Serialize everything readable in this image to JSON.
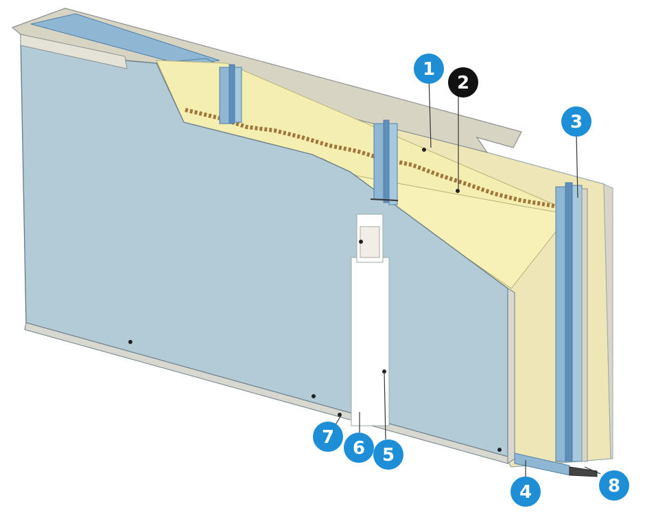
{
  "callouts": [
    {
      "id": "1",
      "label": "1",
      "style": "blue",
      "color": "#1e8fd6"
    },
    {
      "id": "2",
      "label": "2",
      "style": "black",
      "color": "#111111"
    },
    {
      "id": "3",
      "label": "3",
      "style": "blue",
      "color": "#1e8fd6"
    },
    {
      "id": "4",
      "label": "4",
      "style": "blue",
      "color": "#1e8fd6"
    },
    {
      "id": "5",
      "label": "5",
      "style": "blue",
      "color": "#1e8fd6"
    },
    {
      "id": "6",
      "label": "6",
      "style": "blue",
      "color": "#1e8fd6"
    },
    {
      "id": "7",
      "label": "7",
      "style": "blue",
      "color": "#1e8fd6"
    },
    {
      "id": "8",
      "label": "8",
      "style": "blue",
      "color": "#1e8fd6"
    }
  ],
  "colors": {
    "board_face": "#b3cbd6",
    "board_edge": "#d8d8d0",
    "insulation": "#f4eeb0",
    "insulation_shadow": "#e6dc98",
    "rear_board": "#e9e3b8",
    "steel": "#8fb6d3",
    "steel_dark": "#4f7fa8",
    "joint_tape": "#ffffff",
    "outline": "#6b7f8a"
  }
}
